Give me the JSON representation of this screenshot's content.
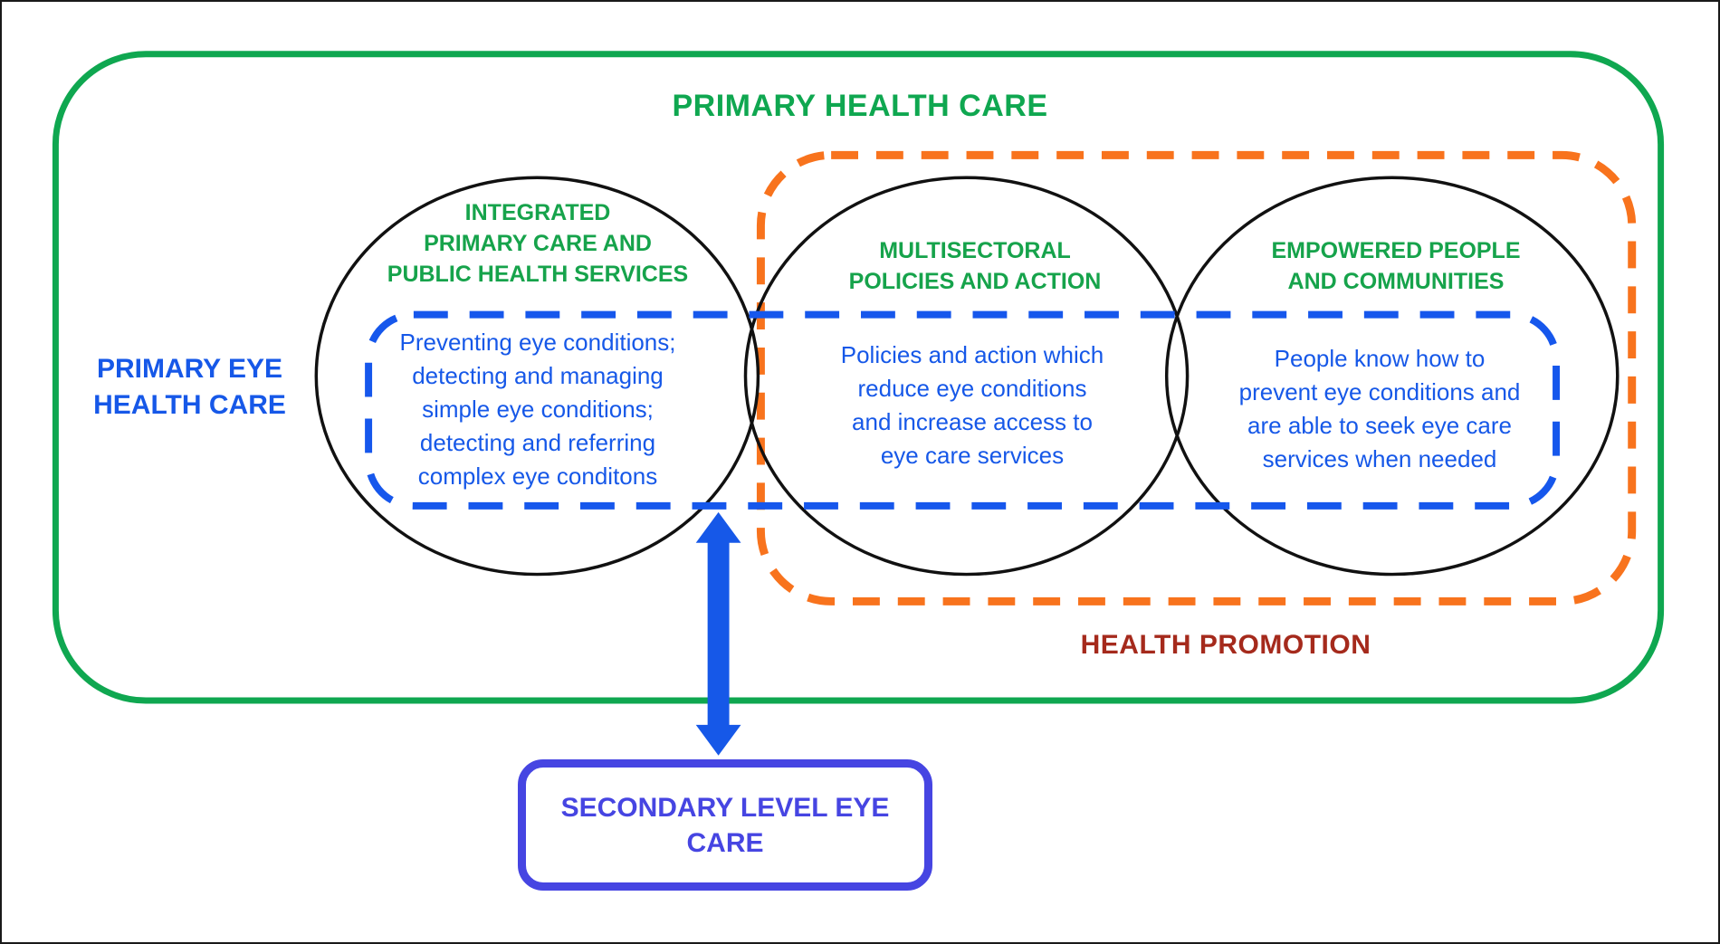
{
  "diagram": {
    "title": "PRIMARY HEALTH CARE",
    "left_label": "PRIMARY EYE\nHEALTH CARE",
    "health_promotion_label": "HEALTH PROMOTION",
    "circles": [
      {
        "heading": "INTEGRATED\nPRIMARY CARE AND\nPUBLIC HEALTH SERVICES",
        "body": "Preventing eye conditions;\ndetecting and managing\nsimple eye conditions;\ndetecting and referring\ncomplex eye conditons"
      },
      {
        "heading": "MULTISECTORAL\nPOLICIES AND ACTION",
        "body": "Policies and action which\nreduce eye conditions\nand increase access to\neye care services"
      },
      {
        "heading": "EMPOWERED PEOPLE\nAND COMMUNITIES",
        "body": "People know how to\nprevent eye conditions and\nare able to seek eye care\nservices when needed"
      }
    ],
    "secondary_box_label": "SECONDARY LEVEL EYE\nCARE",
    "colors": {
      "primary_health_care_green": "#0fa750",
      "heading_green": "#16a34b",
      "eye_care_blue": "#1658e8",
      "blue_dashed_outline": "#1657ec",
      "orange_dashed_outline": "#f8731d",
      "health_promotion_dark_red": "#a52a1c",
      "secondary_box_violet": "#4645e2",
      "circle_outline_black": "#111111",
      "arrow_blue": "#1658e8"
    }
  }
}
